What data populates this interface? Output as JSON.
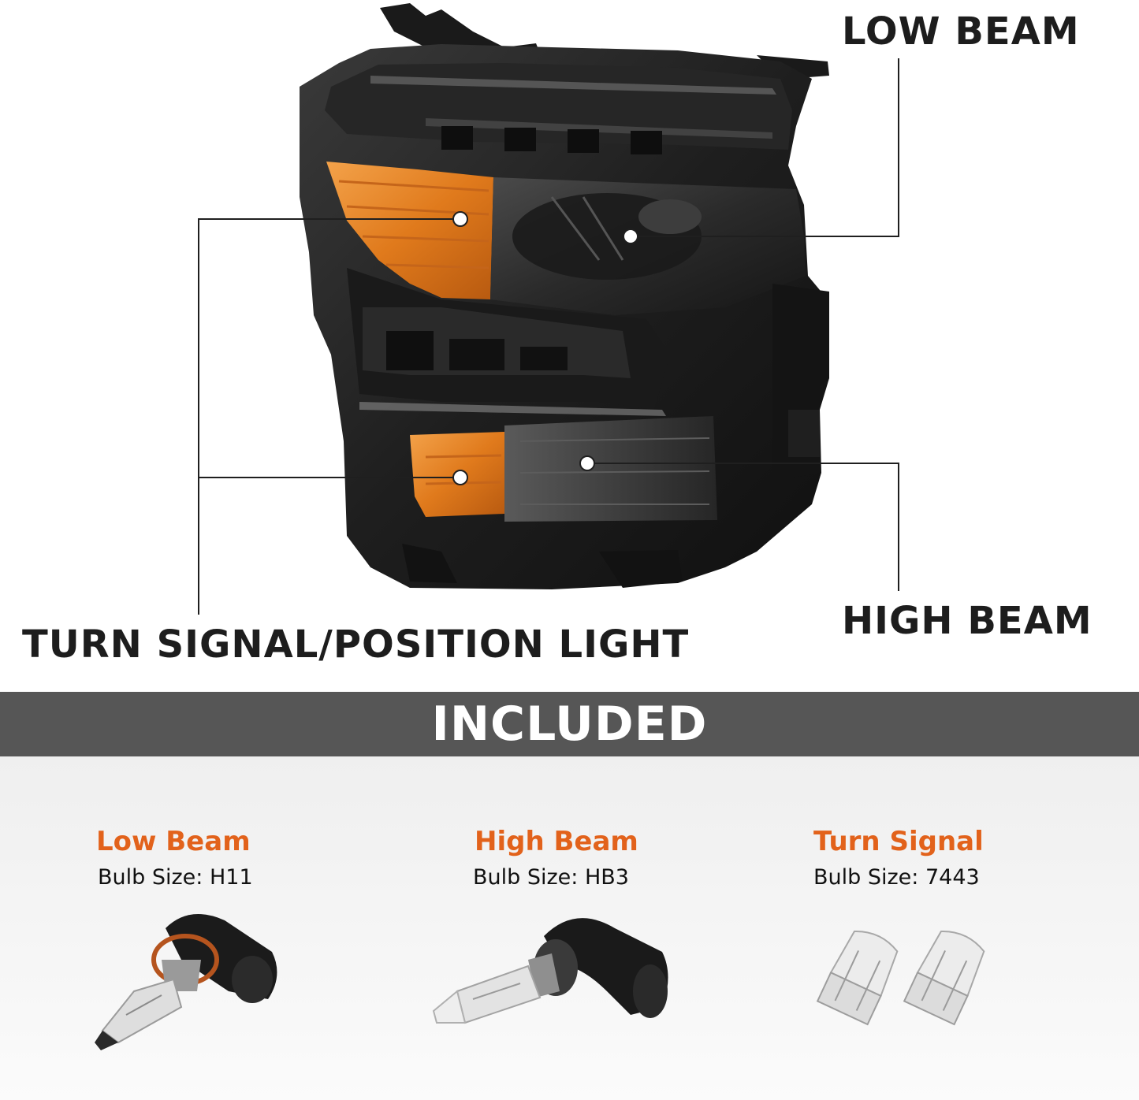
{
  "callouts": {
    "low_beam": "LOW BEAM",
    "high_beam": "HIGH BEAM",
    "turn_signal": "TURN SIGNAL/POSITION LIGHT"
  },
  "included": {
    "title": "INCLUDED",
    "bulbs": [
      {
        "name": "Low Beam",
        "size": "Bulb Size: H11",
        "icon": "h11-bulb-icon"
      },
      {
        "name": "High Beam",
        "size": "Bulb Size: HB3",
        "icon": "hb3-bulb-icon"
      },
      {
        "name": "Turn Signal",
        "size": "Bulb Size: 7443",
        "icon": "7443-bulb-icon"
      }
    ]
  },
  "colors": {
    "accent_orange": "#e2621b",
    "band_gray": "#565656",
    "amber_lens": "#e07a1c"
  }
}
